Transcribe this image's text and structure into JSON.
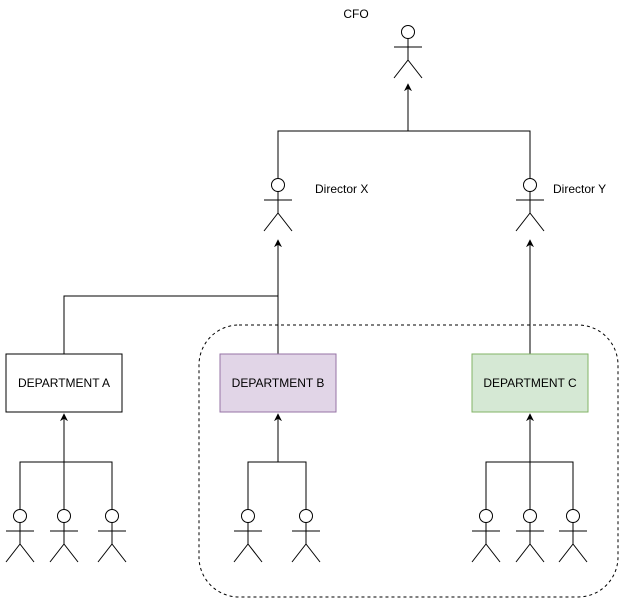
{
  "roles": {
    "cfo": "CFO",
    "director_x": "Director X",
    "director_y": "Director Y"
  },
  "departments": {
    "a": {
      "label": "DEPARTMENT A",
      "fill": "#ffffff",
      "stroke": "#000000"
    },
    "b": {
      "label": "DEPARTMENT B",
      "fill": "#e1d5e7",
      "stroke": "#9673a6"
    },
    "c": {
      "label": "DEPARTMENT C",
      "fill": "#d5e8d4",
      "stroke": "#82b366"
    }
  },
  "icons": {
    "person": "stick-figure-actor-icon"
  }
}
